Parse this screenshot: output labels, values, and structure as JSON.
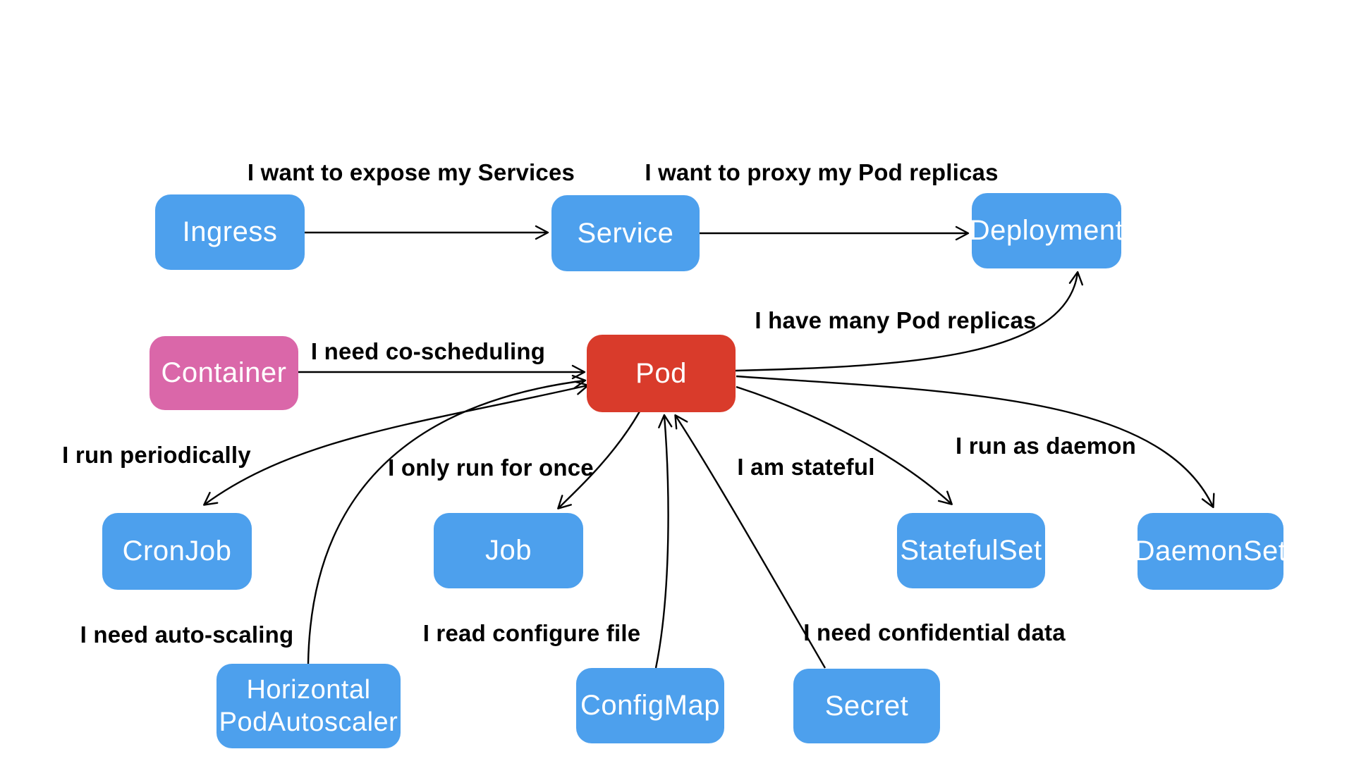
{
  "diagram": {
    "type": "flowchart",
    "background": "#ffffff",
    "colors": {
      "node_blue": "#4DA0ED",
      "node_pink": "#DA67A9",
      "node_red": "#D93B2B",
      "node_text": "#ffffff",
      "edge_line": "#000000",
      "label_text": "#000000"
    },
    "nodes": [
      {
        "id": "ingress",
        "label": "Ingress",
        "color": "blue"
      },
      {
        "id": "service",
        "label": "Service",
        "color": "blue"
      },
      {
        "id": "deployment",
        "label": "Deployment",
        "color": "blue"
      },
      {
        "id": "container",
        "label": "Container",
        "color": "pink"
      },
      {
        "id": "pod",
        "label": "Pod",
        "color": "red"
      },
      {
        "id": "cronjob",
        "label": "CronJob",
        "color": "blue"
      },
      {
        "id": "job",
        "label": "Job",
        "color": "blue"
      },
      {
        "id": "statefulset",
        "label": "StatefulSet",
        "color": "blue"
      },
      {
        "id": "daemonset",
        "label": "DaemonSet",
        "color": "blue"
      },
      {
        "id": "horizontalpodautoscaler",
        "label": "Horizontal PodAutoscaler",
        "lines": [
          "Horizontal",
          "PodAutoscaler"
        ],
        "color": "blue"
      },
      {
        "id": "configmap",
        "label": "ConfigMap",
        "color": "blue"
      },
      {
        "id": "secret",
        "label": "Secret",
        "color": "blue"
      }
    ],
    "edges": [
      {
        "from": "Ingress",
        "to": "Service",
        "label": "I want to expose my Services"
      },
      {
        "from": "Service",
        "to": "Deployment",
        "label": "I want to proxy my Pod replicas"
      },
      {
        "from": "Container",
        "to": "Pod",
        "label": "I need co-scheduling"
      },
      {
        "from": "Pod",
        "to": "Deployment",
        "label": "I have many Pod replicas"
      },
      {
        "from": "Pod",
        "to": "CronJob",
        "label": "I run periodically"
      },
      {
        "from": "Pod",
        "to": "Job",
        "label": "I only run for once"
      },
      {
        "from": "Pod",
        "to": "StatefulSet",
        "label": "I am stateful"
      },
      {
        "from": "Pod",
        "to": "DaemonSet",
        "label": "I run as daemon"
      },
      {
        "from": "HorizontalPodAutoscaler",
        "to": "Pod",
        "label": "I need auto-scaling"
      },
      {
        "from": "ConfigMap",
        "to": "Pod",
        "label": "I read configure file"
      },
      {
        "from": "Secret",
        "to": "Pod",
        "label": "I need confidential data"
      }
    ]
  }
}
